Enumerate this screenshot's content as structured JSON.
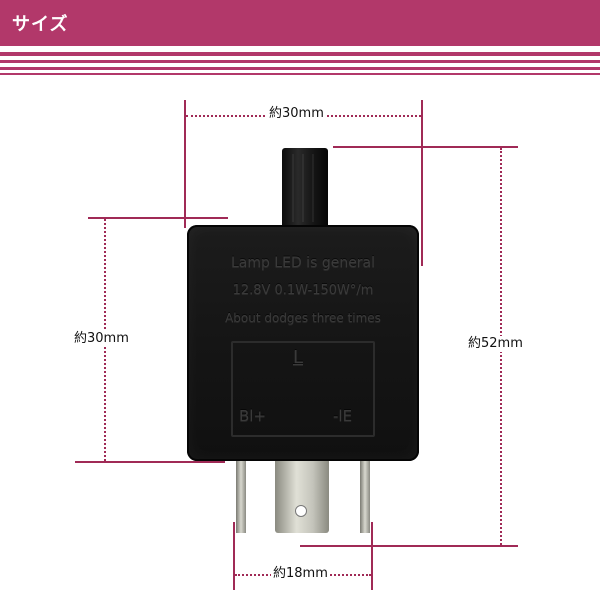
{
  "header": {
    "title": "サイズ",
    "background_color": "#b2386a"
  },
  "dimensions": {
    "top_width": "約30mm",
    "side_height": "約30mm",
    "total_height": "約52mm",
    "pin_span": "約18mm"
  },
  "device": {
    "line1": "Lamp LED is general",
    "line2": "12.8V 0.1W-150W°/m",
    "line3": "About dodges three times",
    "symbol": "L",
    "terminal_left": "Bl+",
    "terminal_right": "-lE"
  }
}
